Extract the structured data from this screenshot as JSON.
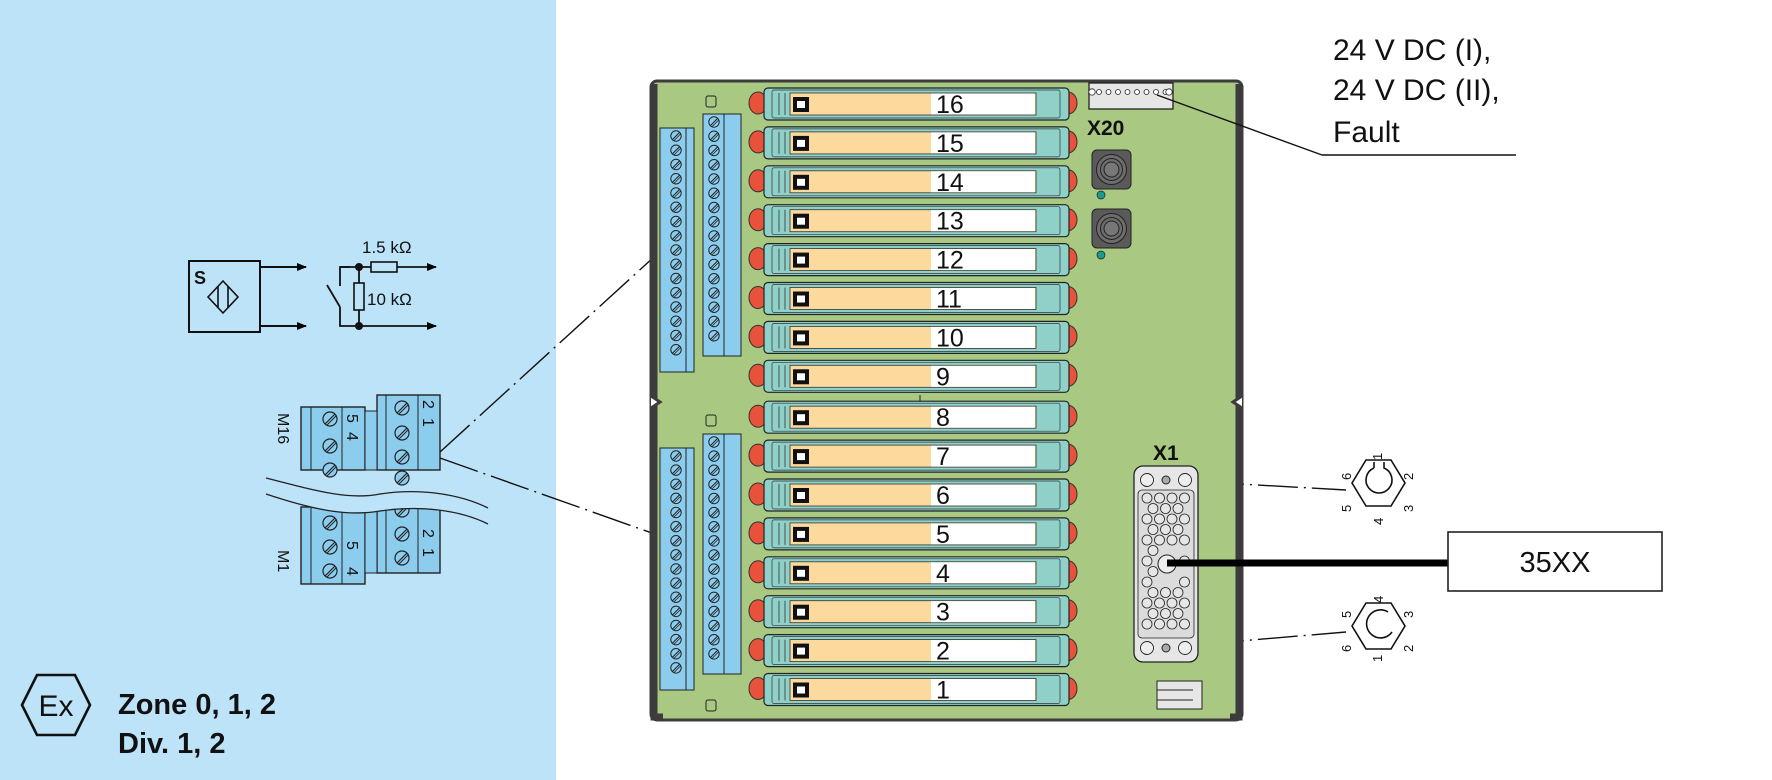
{
  "colors": {
    "hazard_bg": "#bde3f8",
    "board": "#a9c882",
    "board_frame": "#3c3c3c",
    "terminal_blue": "#8ccdee",
    "module_teal": "#8fd0c8",
    "module_label_orange": "#fcd99c",
    "led_red": "#e9523a",
    "led_teal": "#1c9a8a"
  },
  "hazard_area": {
    "ex_symbol": "Ex",
    "zone_line": "Zone 0, 1, 2",
    "div_line": "Div. 1, 2"
  },
  "sensor_circuit": {
    "sensor_label": "S",
    "resistor_series": "1.5 kΩ",
    "resistor_parallel": "10 kΩ"
  },
  "terminal_detail": {
    "top_module": "M16",
    "bottom_module": "M1",
    "top_outer_pins": [
      "5",
      "4"
    ],
    "top_inner_pins": [
      "2",
      "1"
    ],
    "bottom_outer_pins": [
      "5",
      "4"
    ],
    "bottom_inner_pins": [
      "2",
      "1"
    ]
  },
  "backplane": {
    "slots": [
      "16",
      "15",
      "14",
      "13",
      "12",
      "11",
      "10",
      "9",
      "8",
      "7",
      "6",
      "5",
      "4",
      "3",
      "2",
      "1"
    ],
    "power_connector": "X20",
    "power_callout": [
      "24 V DC (I),",
      "24 V DC (II),",
      "Fault"
    ],
    "multi_connector": "X1",
    "connector_pins_top": [
      "1",
      "2",
      "3",
      "4",
      "5",
      "6"
    ],
    "connector_pins_bottom": [
      "1",
      "2",
      "3",
      "4",
      "5",
      "6"
    ],
    "cable_target": "35XX"
  }
}
